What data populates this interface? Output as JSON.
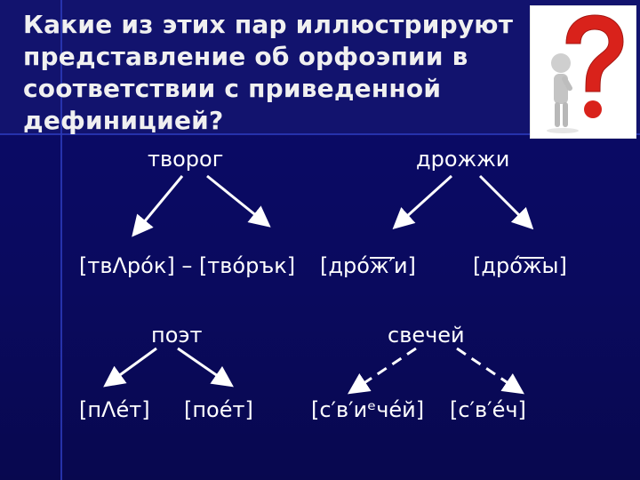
{
  "slide": {
    "title": "Какие из этих пар иллюстрируют представление об орфоэпии в соответствии с приведенной дефиницией?"
  },
  "words": {
    "tvorog": "творог",
    "drozhzhi": "дрожжи",
    "poet": "поэт",
    "svechey": "свечей"
  },
  "transcriptions": {
    "tvorog_pair": "[твΛро́к] – [тво́рък]",
    "drozhzhi_a": "[дро́ж′и]",
    "drozhzhi_b": "[дро́жы]",
    "poet_a": "[пΛе́т]",
    "poet_b": "[пое́т]",
    "svechey_a": "[с′в′иᵉче́й]",
    "svechey_b": "[с′в′е́ч]"
  },
  "icons": {
    "corner": "question-mark-figure-icon"
  },
  "colors": {
    "background": "#0a0a62",
    "accent_line": "#2b3ab8",
    "question_red": "#d9221b"
  }
}
